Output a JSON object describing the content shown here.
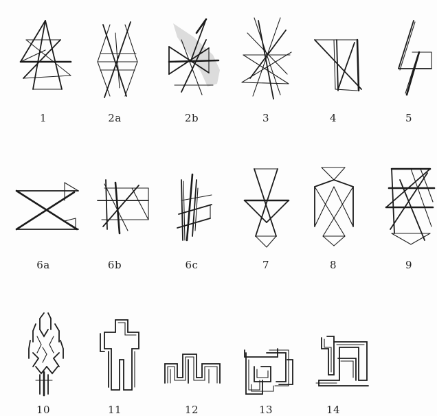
{
  "figures": [
    {
      "id": "1",
      "label": "1"
    },
    {
      "id": "2a",
      "label": "2a"
    },
    {
      "id": "2b",
      "label": "2b"
    },
    {
      "id": "3",
      "label": "3"
    },
    {
      "id": "4",
      "label": "4"
    },
    {
      "id": "5",
      "label": "5"
    },
    {
      "id": "6a",
      "label": "6a"
    },
    {
      "id": "6b",
      "label": "6b"
    },
    {
      "id": "6c",
      "label": "6c"
    },
    {
      "id": "7",
      "label": "7"
    },
    {
      "id": "8",
      "label": "8"
    },
    {
      "id": "9",
      "label": "9"
    },
    {
      "id": "10",
      "label": "10"
    },
    {
      "id": "11",
      "label": "11"
    },
    {
      "id": "12",
      "label": "12"
    },
    {
      "id": "13",
      "label": "13"
    },
    {
      "id": "14",
      "label": "14"
    }
  ],
  "colors": {
    "ink": "#1b1b1b",
    "paper": "#fdfdfd",
    "patch": "#dcdcdc"
  }
}
